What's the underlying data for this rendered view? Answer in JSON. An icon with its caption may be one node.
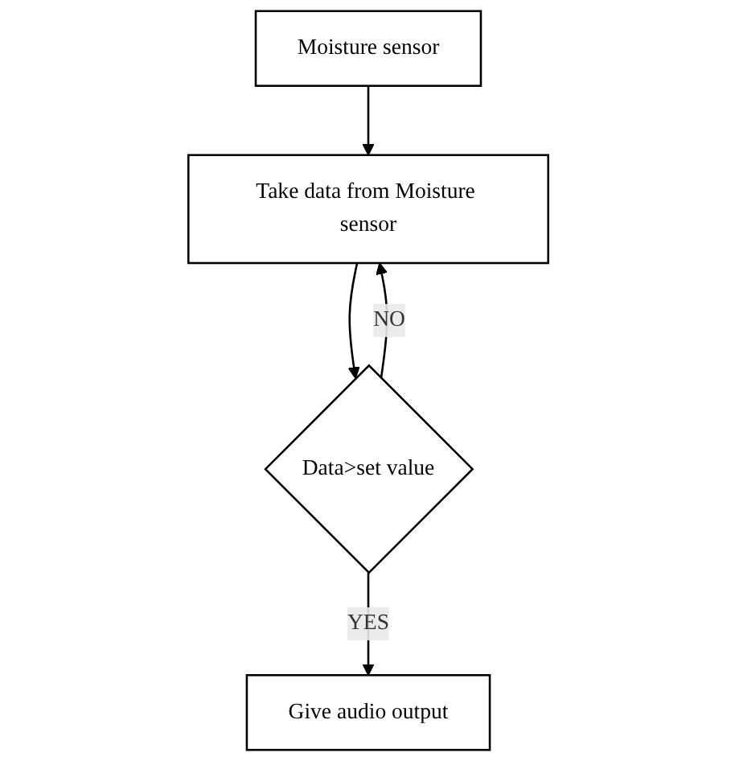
{
  "diagram": {
    "nodes": [
      {
        "text": [
          "Moisture sensor"
        ]
      },
      {
        "text": [
          "Take data from Moisture sensor"
        ]
      },
      {
        "text": [
          "Data>set value"
        ]
      },
      {
        "text": [
          "Give audio output"
        ]
      }
    ],
    "edges": [
      {
        "from": 0,
        "to": 1,
        "arrow": "to"
      },
      {
        "from": 1,
        "to": 2,
        "arrow": "to"
      },
      {
        "from": 2,
        "to": 3,
        "arrow": "to",
        "label": "YES"
      },
      {
        "from": 2,
        "to": 1,
        "arrow": "to",
        "label": "NO"
      }
    ]
  }
}
